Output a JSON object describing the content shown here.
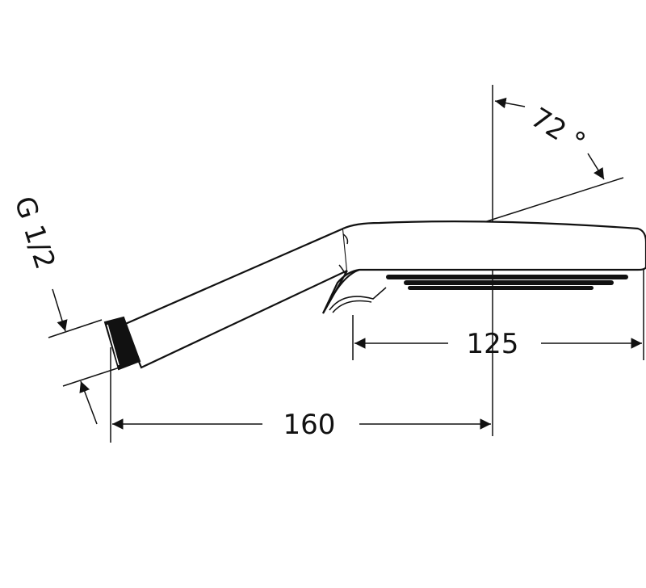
{
  "drawing": {
    "dimensions": {
      "thread": "G 1/2",
      "angle": "72 °",
      "head_length": "125",
      "handle_length": "160"
    },
    "line_color": "#111111",
    "background": "#ffffff"
  }
}
